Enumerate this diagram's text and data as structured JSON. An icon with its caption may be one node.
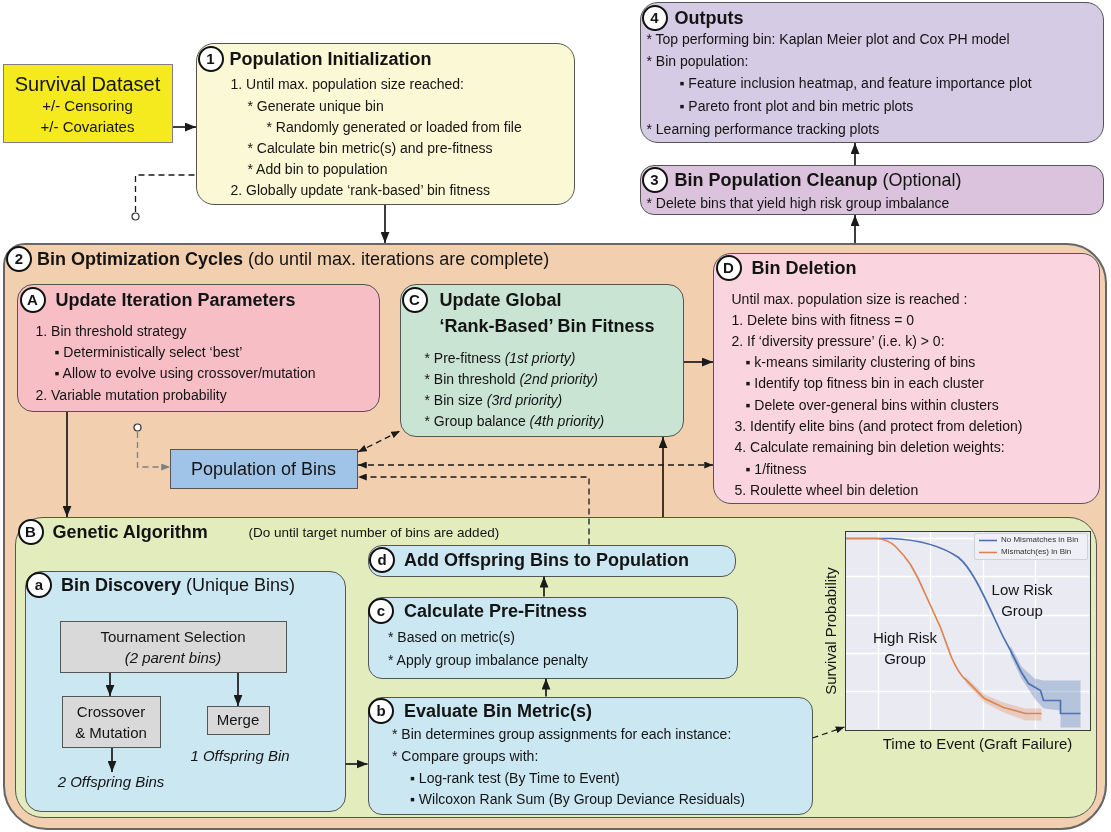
{
  "diagram": {
    "nodes": [
      {
        "text": [
          "Survival Dataset",
          "+/- Censoring",
          "+/- Covariates"
        ]
      },
      {
        "text": [
          "1",
          "Population Initialization",
          "1. Until max. population size reached:",
          "* Generate unique bin",
          "* Randomly generated or loaded from file",
          "* Calculate bin metric(s) and pre-fitness",
          "* Add bin to population",
          "2. Globally update ‘rank-based’ bin fitness"
        ]
      },
      {
        "text": [
          "4",
          "Outputs",
          "* Top performing bin: Kaplan Meier plot and Cox PH model",
          "* Bin population:",
          "▪ Feature inclusion heatmap, and feature importance plot",
          "▪ Pareto front plot and bin metric plots",
          "* Learning performance tracking plots"
        ]
      },
      {
        "text": [
          "3",
          "**Bin Population Cleanup** (Optional)",
          "* Delete bins that yield high risk group imbalance"
        ]
      },
      {
        "text": [],
        "shape": "circle"
      },
      {
        "text": [
          "2",
          "**Bin Optimization Cycles** (do until max. iterations are complete)"
        ]
      },
      {
        "text": [
          "A",
          "Update Iteration Parameters",
          "1. Bin threshold strategy",
          "▪ Deterministically select ‘best’",
          "▪ Allow to evolve using crossover/mutation",
          "2. Variable mutation probability"
        ],
        "in": 5
      },
      {
        "text": [
          "C",
          "Update Global ‘Rank-Based’ Bin Fitness",
          "* Pre-fitness *(1st priorty)*",
          "* Bin threshold *(2nd priority)*",
          "* Bin size *(3rd priority)*",
          "* Group balance *(4th priority)*"
        ],
        "in": 5
      },
      {
        "text": [
          "D",
          "Bin Deletion",
          "Until max. population size is reached :",
          "1. Delete bins with fitness = 0",
          "2. If ‘diversity pressure’ (i.e. k) > 0:",
          "▪ k-means similarity clustering of bins",
          "▪ Identify top fitness bin in each cluster",
          "▪ Delete over-general bins within clusters",
          "3. Identify elite bins (and protect from deletion)",
          "4. Calculate remaining bin deletion weights:",
          "▪ 1/fitness",
          "5. Roulette wheel bin deletion"
        ],
        "in": 5
      },
      {
        "text": [],
        "shape": "circle",
        "in": 5
      },
      {
        "text": [
          "Population of Bins"
        ],
        "in": 5
      },
      {
        "text": [
          "B",
          "Genetic Algorithm",
          "(Do until target number of bins are added)"
        ],
        "in": 5
      },
      {
        "text": [
          "a",
          "**Bin Discovery** (Unique Bins)"
        ],
        "in": 11
      },
      {
        "text": [
          "Tournament Selection",
          "(2 parent bins)"
        ],
        "in": 12
      },
      {
        "text": [
          "Crossover & Mutation"
        ],
        "in": 12
      },
      {
        "text": [
          "Merge"
        ],
        "in": 12,
        "beside": [
          "1 Offspring Bin"
        ]
      },
      {
        "text": [
          "2 Offspring Bins"
        ],
        "in": 12
      },
      {
        "text": [
          "d",
          "Add Offspring Bins to Population"
        ],
        "in": 11
      },
      {
        "text": [
          "c",
          "Calculate Pre-Fitness",
          "* Based on metric(s)",
          "* Apply group imbalance penalty"
        ],
        "in": 11
      },
      {
        "text": [
          "b",
          "Evaluate Bin Metric(s)",
          "* Bin determines group assignments for each instance:",
          "* Compare groups with:",
          "▪ Log-rank test (By Time to Event)",
          "▪ Wilcoxon Rank Sum (By Group Deviance Residuals)"
        ],
        "in": 11
      },
      {
        "text": [
          "Low Risk Group",
          "High Risk Group"
        ],
        "in": 11,
        "beside": [
          "Survival Probability",
          "Time to Event (Graft Failure)"
        ]
      }
    ],
    "edges": [
      {
        "from": 0,
        "to": 1,
        "arrow": "to"
      },
      {
        "from": 1,
        "to": 5,
        "arrow": "to"
      },
      {
        "from": 5,
        "to": 3,
        "arrow": "to"
      },
      {
        "from": 3,
        "to": 2,
        "arrow": "to"
      },
      {
        "from": 4,
        "to": 1,
        "arrow": "none",
        "style": "dashed"
      },
      {
        "from": 6,
        "to": 11,
        "arrow": "to"
      },
      {
        "from": 7,
        "to": 8,
        "arrow": "to"
      },
      {
        "from": 10,
        "to": 7,
        "arrow": "both",
        "style": "dashed"
      },
      {
        "from": 10,
        "to": 8,
        "arrow": "both",
        "style": "dashed"
      },
      {
        "from": 17,
        "to": 10,
        "arrow": "to",
        "style": "dashed"
      },
      {
        "from": 11,
        "to": 7,
        "arrow": "to"
      },
      {
        "from": 9,
        "to": 10,
        "arrow": "to",
        "style": "dashed",
        "color": "#7f7f7f"
      },
      {
        "from": 12,
        "to": 19,
        "arrow": "to"
      },
      {
        "from": 19,
        "to": 18,
        "arrow": "to"
      },
      {
        "from": 18,
        "to": 17,
        "arrow": "to"
      },
      {
        "from": 13,
        "to": 14,
        "arrow": "to"
      },
      {
        "from": 13,
        "to": 15,
        "arrow": "to"
      },
      {
        "from": 14,
        "to": 16,
        "arrow": "to"
      },
      {
        "from": 19,
        "to": 20,
        "arrow": "to",
        "style": "dashed"
      }
    ],
    "legend": [
      {
        "text": "No Mismatches in Bin"
      },
      {
        "text": "Mismatch(es) in Bin"
      }
    ]
  }
}
